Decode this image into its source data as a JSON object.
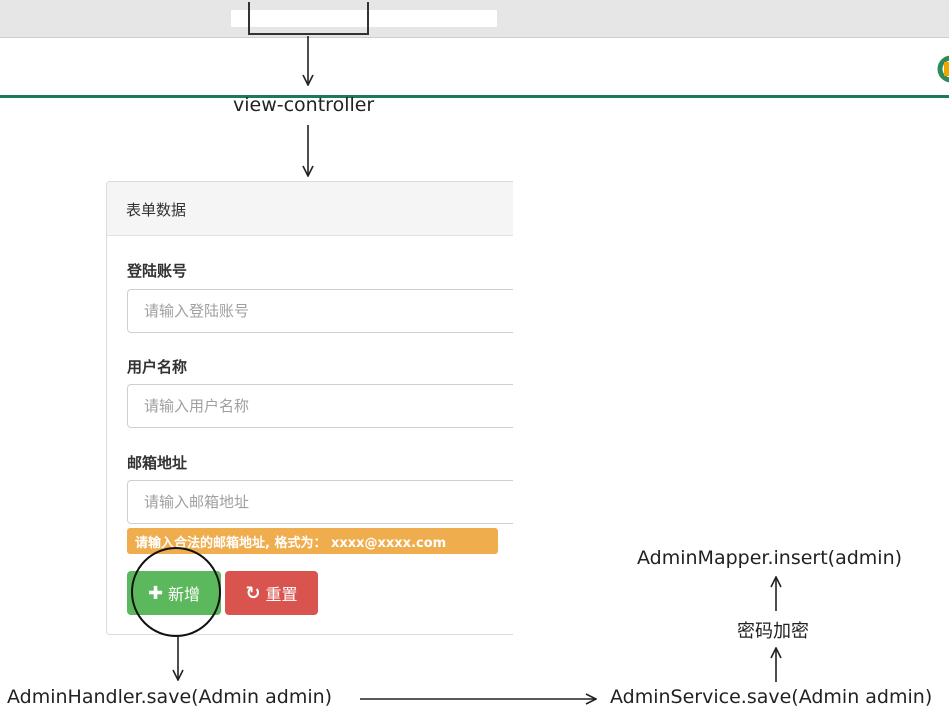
{
  "flow": {
    "view_controller": "view-controller",
    "handler": "AdminHandler.save(Admin admin)",
    "service": "AdminService.save(Admin admin)",
    "encrypt": "密码加密",
    "mapper": "AdminMapper.insert(admin)"
  },
  "form": {
    "header": "表单数据",
    "fields": [
      {
        "label": "登陆账号",
        "placeholder": "请输入登陆账号"
      },
      {
        "label": "用户名称",
        "placeholder": "请输入用户名称"
      },
      {
        "label": "邮箱地址",
        "placeholder": "请输入邮箱地址"
      }
    ],
    "email_hint": "请输入合法的邮箱地址, 格式为： xxxx@xxxx.com",
    "add_label": "新增",
    "reset_label": "重置"
  },
  "colors": {
    "header_line": "#1a7a5a",
    "add_button": "#5cb85c",
    "reset_button": "#d9534f",
    "hint": "#f0ad4e"
  },
  "icons": {
    "add": "plus-icon",
    "reset": "refresh-icon",
    "logo": "logo-icon"
  }
}
